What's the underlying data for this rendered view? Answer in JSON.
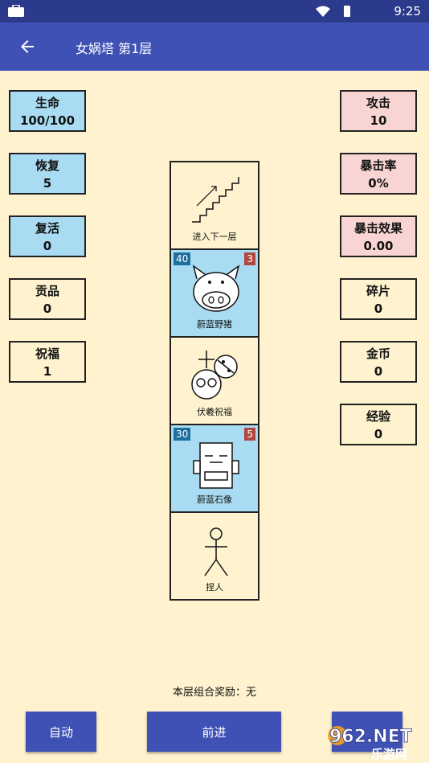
{
  "status_bar": {
    "time": "9:25",
    "icons": [
      "briefcase-icon",
      "wifi-icon",
      "battery-icon"
    ]
  },
  "toolbar": {
    "title": "女娲塔 第1层"
  },
  "left_stats": [
    {
      "label": "生命",
      "value": "100/100",
      "style": "blue"
    },
    {
      "label": "恢复",
      "value": "5",
      "style": "blue"
    },
    {
      "label": "复活",
      "value": "0",
      "style": "blue"
    },
    {
      "label": "贡品",
      "value": "0",
      "style": "plain"
    },
    {
      "label": "祝福",
      "value": "1",
      "style": "plain"
    }
  ],
  "right_stats": [
    {
      "label": "攻击",
      "value": "10",
      "style": "pink"
    },
    {
      "label": "暴击率",
      "value": "0%",
      "style": "pink"
    },
    {
      "label": "暴击效果",
      "value": "0.00",
      "style": "pink"
    },
    {
      "label": "碎片",
      "value": "0",
      "style": "plain"
    },
    {
      "label": "金币",
      "value": "0",
      "style": "plain"
    },
    {
      "label": "经验",
      "value": "0",
      "style": "plain"
    }
  ],
  "tower": [
    {
      "name": "进入下一层",
      "icon": "stairs-icon",
      "type": "exit"
    },
    {
      "name": "蔚蓝野猪",
      "icon": "boar-icon",
      "type": "enemy",
      "hp": "40",
      "atk": "3"
    },
    {
      "name": "伏羲祝福",
      "icon": "blessing-icon",
      "type": "blessing"
    },
    {
      "name": "蔚蓝石像",
      "icon": "statue-icon",
      "type": "enemy",
      "hp": "30",
      "atk": "5"
    },
    {
      "name": "捏人",
      "icon": "stick-figure-icon",
      "type": "player"
    }
  ],
  "reward_text": "本层组合奖励：无",
  "buttons": {
    "auto": "自动",
    "advance": "前进"
  },
  "watermark": {
    "text": "962.NET",
    "sub": "乐游网"
  },
  "colors": {
    "toolbar": "#3F51B5",
    "status": "#2C3A8C",
    "background": "#FFF3CF",
    "stat_blue": "#A9DCF2",
    "stat_pink": "#F8D5D2"
  }
}
